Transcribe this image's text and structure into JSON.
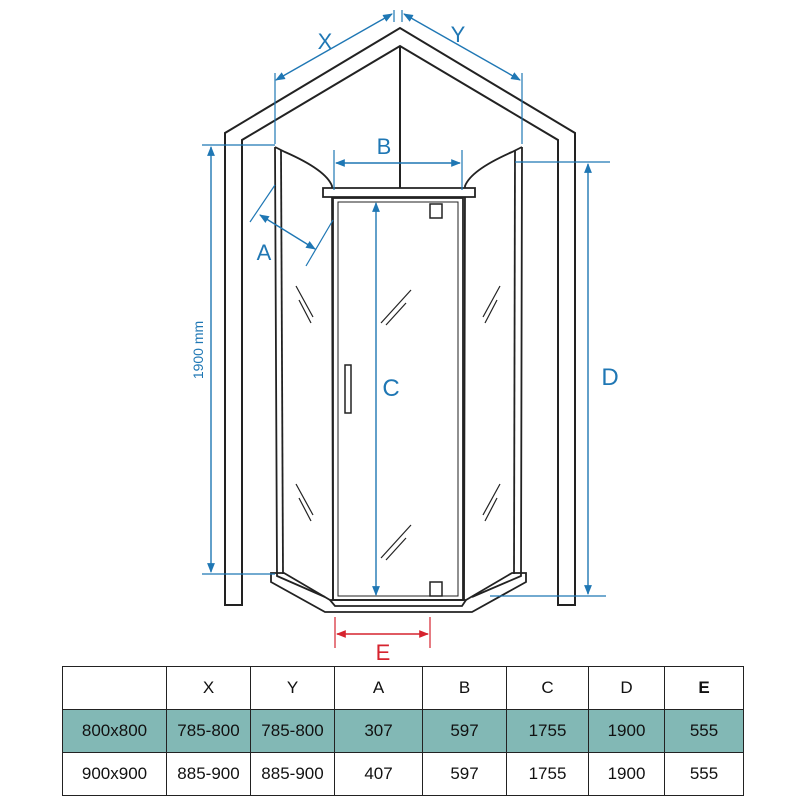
{
  "diagram": {
    "labels": {
      "x": "X",
      "y": "Y",
      "a": "A",
      "b": "B",
      "c": "C",
      "d": "D",
      "e": "E",
      "height": "1900 mm"
    }
  },
  "colors": {
    "dimension": "#1f77b4",
    "highlight_dimension": "#d6232e",
    "highlight_row": "#82b8b5",
    "line": "#222222"
  },
  "table": {
    "headers": [
      "",
      "X",
      "Y",
      "A",
      "B",
      "C",
      "D",
      "E"
    ],
    "rows": [
      [
        "800x800",
        "785-800",
        "785-800",
        "307",
        "597",
        "1755",
        "1900",
        "555"
      ],
      [
        "900x900",
        "885-900",
        "885-900",
        "407",
        "597",
        "1755",
        "1900",
        "555"
      ]
    ]
  }
}
